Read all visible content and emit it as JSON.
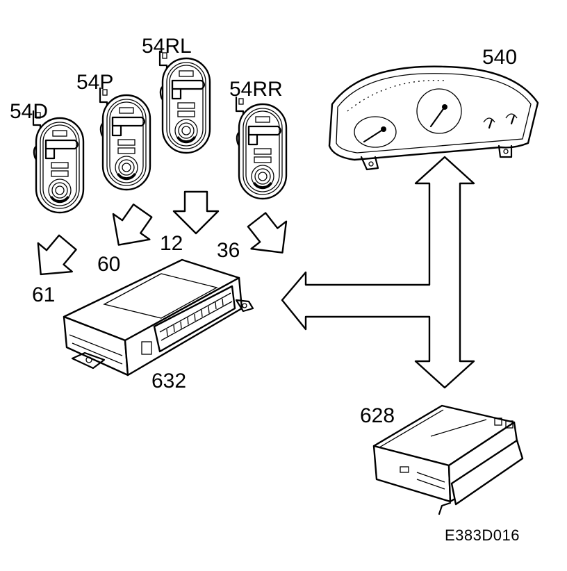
{
  "labels": {
    "switch_driver": "54D",
    "switch_passenger": "54P",
    "switch_rear_left": "54RL",
    "switch_rear_right": "54RR",
    "instrument_cluster": "540",
    "control_module_632": "632",
    "control_module_628": "628",
    "signal_61": "61",
    "signal_60": "60",
    "signal_12": "12",
    "signal_36": "36",
    "figure_code": "E383D016"
  }
}
